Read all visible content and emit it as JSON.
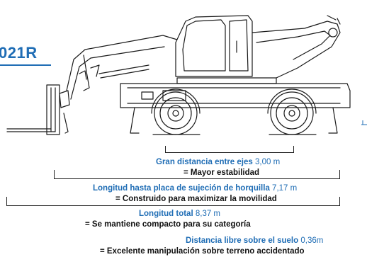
{
  "model_tag": "021R",
  "colors": {
    "accent": "#1f6db5",
    "text": "#111111",
    "drawing": "#1a1a1a"
  },
  "dimensions": [
    {
      "name": "Gran distancia entre ejes",
      "value": "3,00 m",
      "benefit": "= Mayor estabilidad"
    },
    {
      "name": "Longitud hasta placa de sujeción de horquilla",
      "value": "7,17 m",
      "benefit": "= Construido para maximizar la movilidad"
    },
    {
      "name": "Longitud total",
      "value": "8,37 m",
      "benefit": "= Se mantiene compacto para su categoría"
    },
    {
      "name": "Distancia libre sobre el suelo",
      "value": "0,36m",
      "benefit": "= Excelente manipulación sobre terreno accidentado"
    }
  ]
}
